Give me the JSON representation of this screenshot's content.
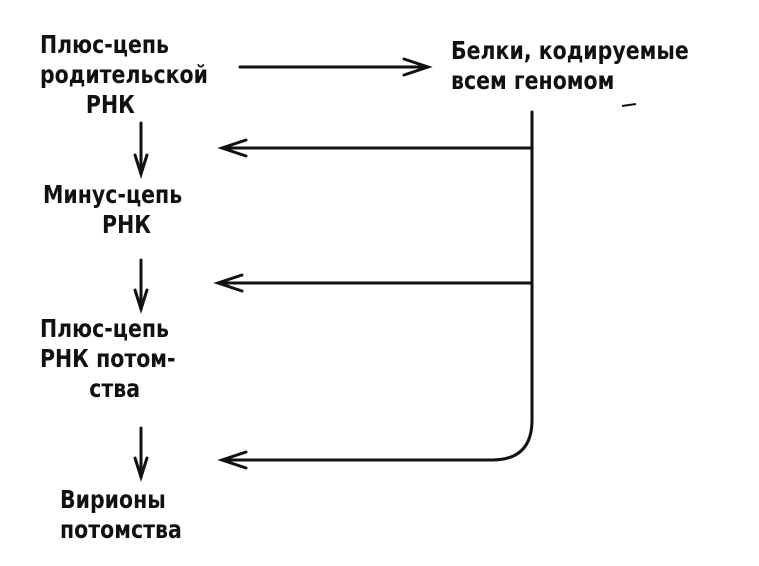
{
  "diagram": {
    "nodes": {
      "parent_rna": {
        "lines": [
          "Плюс-цепь",
          "родительской",
          "РНК"
        ]
      },
      "proteins": {
        "lines": [
          "Белки, кодируемые",
          "всем геномом"
        ]
      },
      "minus_strand": {
        "lines": [
          "Минус-цепь",
          "РНК"
        ]
      },
      "progeny_plus": {
        "lines": [
          "Плюс-цепь",
          "РНК потом-",
          "ства"
        ]
      },
      "progeny_virions": {
        "lines": [
          "Вирионы",
          "потомства"
        ]
      }
    },
    "edges": [
      {
        "from": "parent_rna",
        "to": "proteins"
      },
      {
        "from": "parent_rna",
        "to": "minus_strand"
      },
      {
        "from": "minus_strand",
        "to": "progeny_plus"
      },
      {
        "from": "progeny_plus",
        "to": "progeny_virions"
      },
      {
        "from": "proteins",
        "to": "parent_rna"
      },
      {
        "from": "proteins",
        "to": "minus_strand"
      },
      {
        "from": "proteins",
        "to": "progeny_plus"
      }
    ]
  }
}
